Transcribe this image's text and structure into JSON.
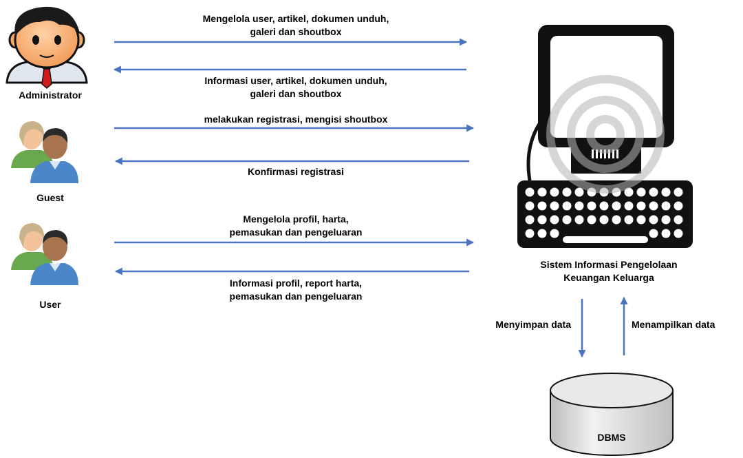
{
  "actors": {
    "administrator": "Administrator",
    "guest": "Guest",
    "user": "User"
  },
  "system": {
    "name_line1": "Sistem Informasi Pengelolaan",
    "name_line2": "Keuangan Keluarga"
  },
  "flows": {
    "admin_to_system": [
      "Mengelola user, artikel, dokumen unduh,",
      "galeri dan shoutbox"
    ],
    "system_to_admin": [
      "Informasi user, artikel, dokumen unduh,",
      "galeri dan shoutbox"
    ],
    "guest_to_system": [
      "melakukan registrasi, mengisi shoutbox"
    ],
    "system_to_guest": [
      "Konfirmasi registrasi"
    ],
    "user_to_system": [
      "Mengelola profil, harta,",
      "pemasukan dan pengeluaran"
    ],
    "system_to_user": [
      "Informasi profil, report harta,",
      "pemasukan dan pengeluaran"
    ],
    "system_to_db": "Menyimpan data",
    "db_to_system": "Menampilkan data"
  },
  "database": "DBMS",
  "colors": {
    "arrow": "#4a74c0",
    "admin_skin": "#f7b37a",
    "admin_hair": "#1a1a1a",
    "admin_tie": "#d11a1a",
    "guest_green": "#6aa84f",
    "guest_blue": "#4a86c8",
    "computer_body": "#111111",
    "db_fill": "#e2e2e2"
  }
}
